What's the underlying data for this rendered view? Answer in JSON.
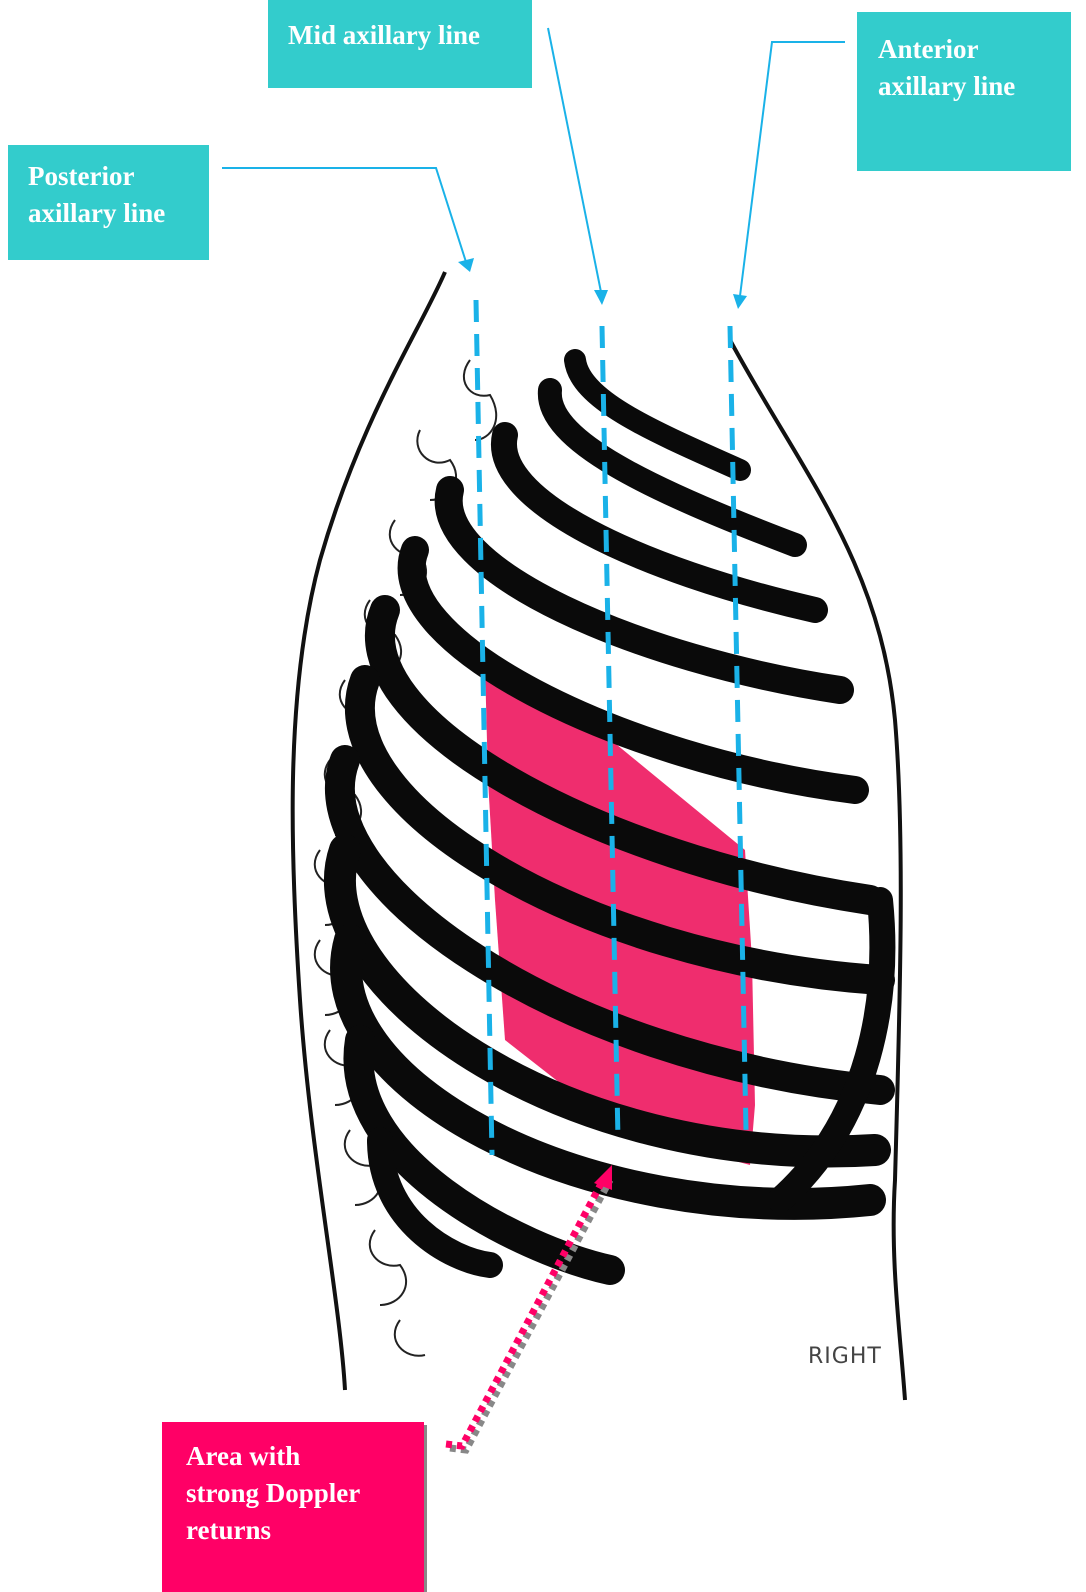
{
  "labels": {
    "mid_axillary": [
      "Mid axillary line"
    ],
    "anterior_axillary": [
      "Anterior",
      "axillary line"
    ],
    "posterior_axillary": [
      "Posterior",
      "axillary line"
    ],
    "doppler_area": [
      "Area with",
      "strong Doppler",
      "returns"
    ]
  },
  "caption": "RIGHT",
  "colors": {
    "label_teal": "#33cccc",
    "label_pink": "#ff0066",
    "axillary_line": "#1ab2e8",
    "doppler_region": "#ee2266",
    "rib": "#0a0a0a"
  }
}
